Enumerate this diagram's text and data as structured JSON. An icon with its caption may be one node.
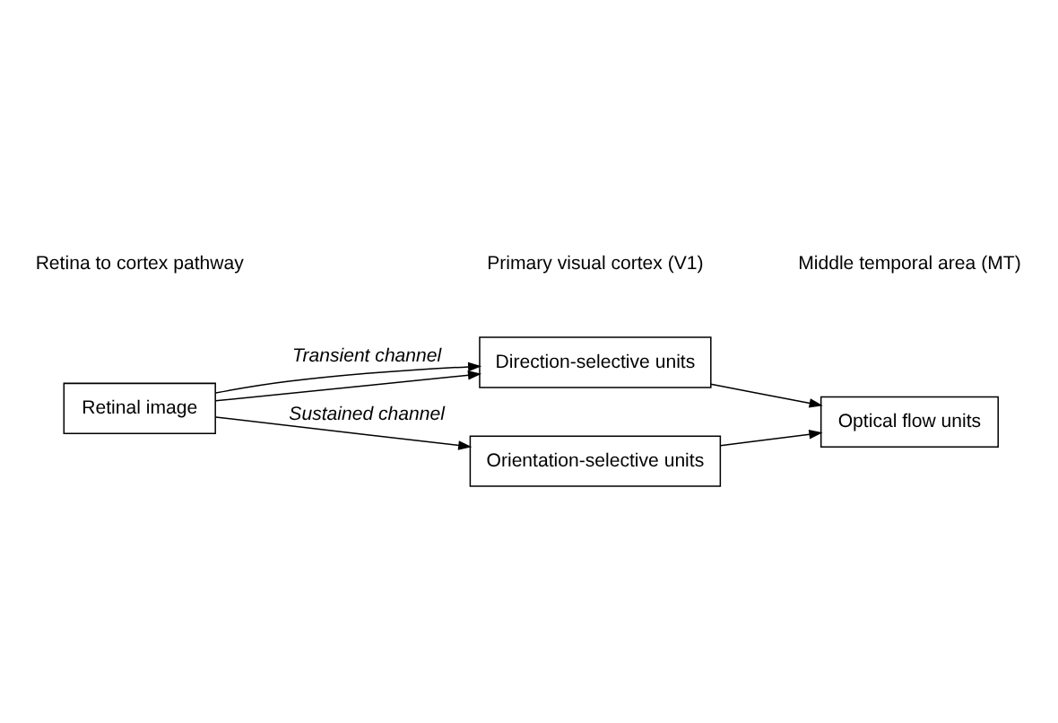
{
  "diagram": {
    "nodes": [
      {
        "text": [
          "Retinal image"
        ]
      },
      {
        "text": [
          "Direction-selective units"
        ]
      },
      {
        "text": [
          "Optical flow units"
        ]
      },
      {
        "text": [
          "Orientation-selective units"
        ]
      }
    ],
    "edges": [
      {
        "from": 0,
        "to": 1,
        "arrow": "to",
        "label": "Transient channel"
      },
      {
        "from": 0,
        "to": 3,
        "arrow": "to",
        "label": "Sustained channel"
      },
      {
        "from": 0,
        "to": 1,
        "arrow": "to"
      },
      {
        "from": 1,
        "to": 2,
        "arrow": "to"
      },
      {
        "from": 3,
        "to": 2,
        "arrow": "to"
      }
    ],
    "labels": [
      "Retina to cortex pathway",
      "Primary visual cortex (V1)",
      "Middle temporal area (MT)"
    ]
  }
}
